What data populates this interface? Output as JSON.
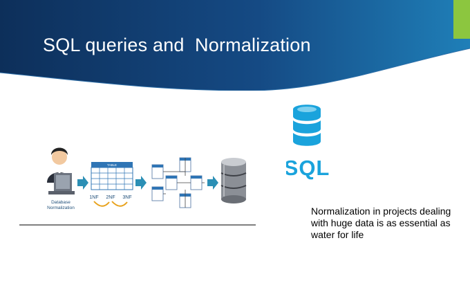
{
  "slide": {
    "title": "SQL queries and  Normalization",
    "caption": "Normalization in projects dealing with huge data is as essential as water for life"
  },
  "diagram": {
    "person_label_line1": "Database",
    "person_label_line2": "Normalization",
    "table_header": "TABLE",
    "forms": [
      "1NF",
      "2NF",
      "3NF"
    ]
  },
  "sql_icon": {
    "label": "SQL"
  },
  "colors": {
    "banner_dark": "#0d2f5a",
    "banner_light": "#1f7fb8",
    "accent_green": "#8cc63f",
    "sql_blue": "#1aa3dc",
    "arrow_teal": "#2b8fb5"
  }
}
